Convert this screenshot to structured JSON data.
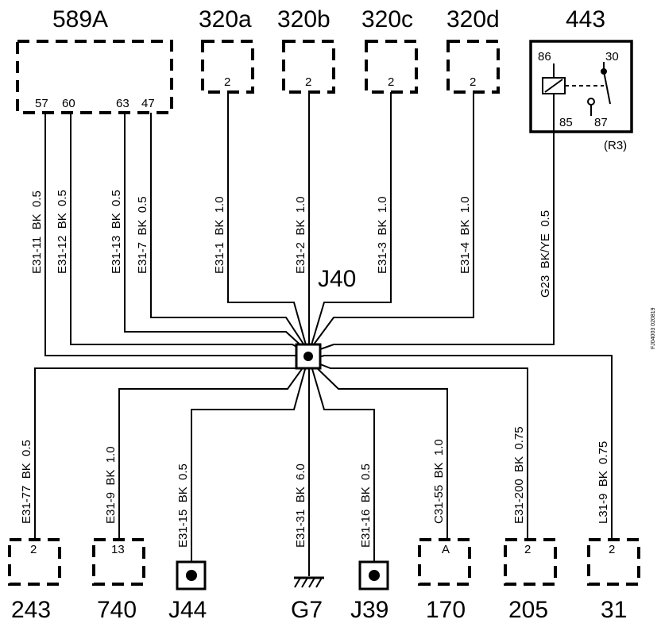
{
  "components": {
    "c589a": "589A",
    "c320a": "320a",
    "c320b": "320b",
    "c320c": "320c",
    "c320d": "320d",
    "c443": "443",
    "c243": "243",
    "c740": "740",
    "j44": "J44",
    "g7": "G7",
    "j39": "J39",
    "c170": "170",
    "c205": "205",
    "c31": "31"
  },
  "splice": "J40",
  "pins": {
    "p57": "57",
    "p60": "60",
    "p63": "63",
    "p47": "47",
    "p320a": "2",
    "p320b": "2",
    "p320c": "2",
    "p320d": "2",
    "r86": "86",
    "r30": "30",
    "r85": "85",
    "r87": "87",
    "p243": "2",
    "p740": "13",
    "p170": "A",
    "p205": "2",
    "p31": "2"
  },
  "relay_ref": "(R3)",
  "wires": {
    "w57": "E31-11  BK  0.5",
    "w60": "E31-12  BK  0.5",
    "w63": "E31-13  BK  0.5",
    "w47": "E31-7  BK  0.5",
    "w320a": "E31-1  BK  1.0",
    "w320b": "E31-2  BK  1.0",
    "w320c": "E31-3  BK  1.0",
    "w320d": "E31-4  BK  1.0",
    "w443": "G23  BK/YE  0.5",
    "w243": "E31-77  BK  0.5",
    "w740": "E31-9  BK  1.0",
    "wj44": "E31-15  BK  0.5",
    "wg7": "E31-31  BK  6.0",
    "wj39": "E31-16  BK  0.5",
    "w170": "C31-55  BK  1.0",
    "w205": "E31-200  BK  0.75",
    "w31": "L31-9  BK  0.75"
  },
  "figure_code": "FJ04003 020819"
}
